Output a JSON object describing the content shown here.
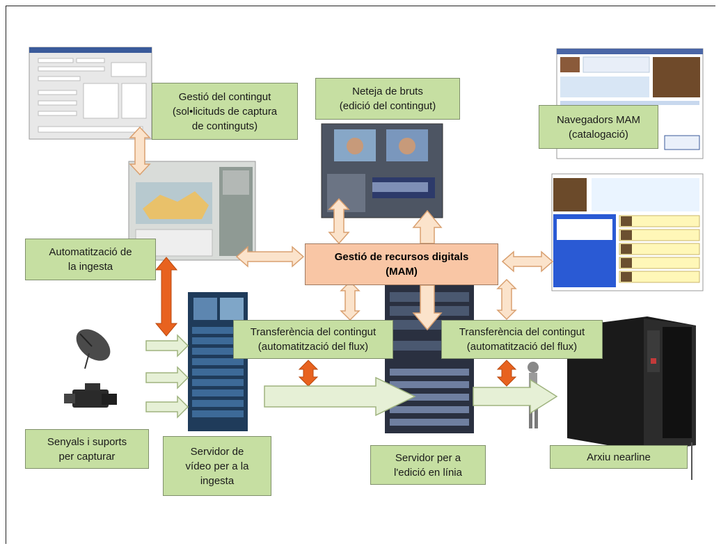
{
  "nodes": {
    "gestio_contingut": "Gestió del contingut\n(sol•licituds de captura\nde continguts)",
    "neteja_bruts": "Neteja de bruts\n(edició del contingut)",
    "navegadors_mam": "Navegadors MAM\n(catalogació)",
    "automatitzacio_ingesta": "Automatització de\nla ingesta",
    "mam_center": "Gestió de recursos digitals\n(MAM)",
    "transferencia_1": "Transferència del contingut\n(automatització del flux)",
    "transferencia_2": "Transferència del contingut\n(automatització del flux)",
    "senyals": "Senyals i suports\nper capturar",
    "servidor_video": "Servidor de\nvídeo per a la\ningesta",
    "servidor_edicio": "Servidor per a\nl'edició en línia",
    "arxiu": "Arxiu nearline"
  },
  "colors": {
    "box_fill": "#c6dfa2",
    "mam_fill": "#f9c6a5",
    "arrow_beige": "#fbe3cb",
    "arrow_orange": "#e8621f",
    "arrow_pale_green": "#e6f0d6"
  }
}
